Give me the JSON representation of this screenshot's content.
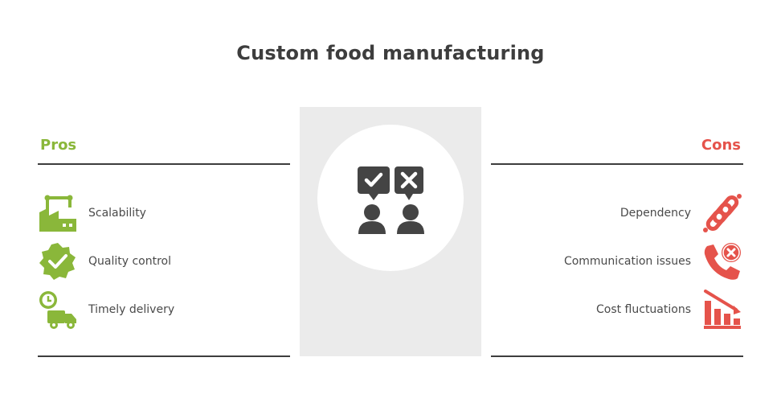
{
  "title": "Custom food manufacturing",
  "pros": {
    "heading": "Pros",
    "color": "#8ab73a",
    "items": [
      {
        "label": "Scalability",
        "icon": "robot-arm-factory-icon"
      },
      {
        "label": "Quality control",
        "icon": "check-badge-icon"
      },
      {
        "label": "Timely delivery",
        "icon": "clock-truck-icon"
      }
    ]
  },
  "cons": {
    "heading": "Cons",
    "color": "#e5534b",
    "items": [
      {
        "label": "Dependency",
        "icon": "chain-link-icon"
      },
      {
        "label": "Communication issues",
        "icon": "phone-error-icon"
      },
      {
        "label": "Cost fluctuations",
        "icon": "declining-bar-chart-icon"
      }
    ]
  },
  "center": {
    "icon": "two-people-check-cross-icon",
    "panel_color": "#ebebeb",
    "icon_color": "#444444"
  }
}
